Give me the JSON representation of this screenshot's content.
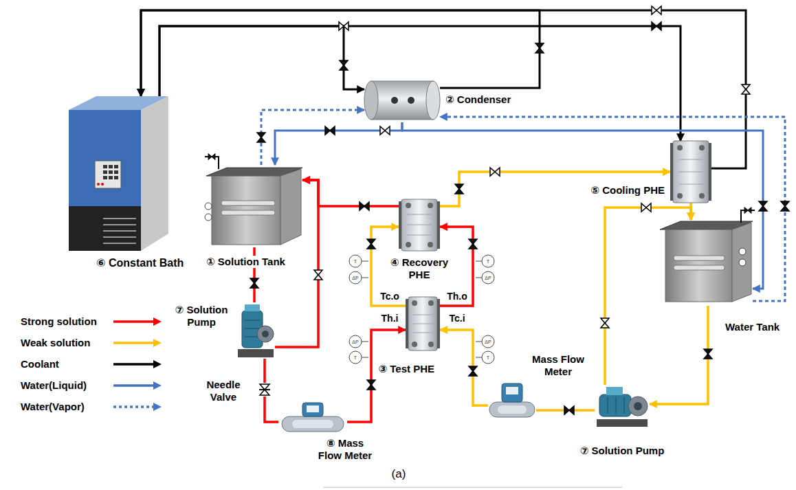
{
  "diagram": {
    "caption": "(a)",
    "nodes": [
      {
        "text": [
          "⑥ Constant Bath"
        ]
      },
      {
        "text": [
          "② Condenser"
        ]
      },
      {
        "text": [
          "① Solution Tank"
        ]
      },
      {
        "text": [
          "④ Recovery PHE"
        ]
      },
      {
        "text": [
          "⑤ Cooling PHE"
        ]
      },
      {
        "text": [
          "③ Test PHE"
        ]
      },
      {
        "text": [
          "⑦ Solution Pump"
        ]
      },
      {
        "text": [
          "Needle Valve"
        ]
      },
      {
        "text": [
          "⑧ Mass Flow Meter"
        ]
      },
      {
        "text": [
          "Mass Flow Meter"
        ]
      },
      {
        "text": [
          "Water Tank"
        ]
      },
      {
        "text": [
          "⑦ Solution Pump"
        ]
      }
    ],
    "edges": [
      {
        "from": 2,
        "to": 6,
        "arrow": "none"
      },
      {
        "from": 6,
        "to": 7,
        "arrow": "none"
      },
      {
        "from": 7,
        "to": 8,
        "arrow": "none"
      },
      {
        "from": 8,
        "to": 5,
        "arrow": "to"
      },
      {
        "from": 5,
        "to": 3,
        "arrow": "to"
      },
      {
        "from": 3,
        "to": 2,
        "arrow": "to"
      },
      {
        "from": 6,
        "to": 2,
        "arrow": "to"
      },
      {
        "from": 10,
        "to": 11,
        "arrow": "to"
      },
      {
        "from": 11,
        "to": 9,
        "arrow": "none"
      },
      {
        "from": 9,
        "to": 5,
        "arrow": "to"
      },
      {
        "from": 5,
        "to": 3,
        "arrow": "to"
      },
      {
        "from": 3,
        "to": 4,
        "arrow": "to"
      },
      {
        "from": 4,
        "to": 10,
        "arrow": "to"
      },
      {
        "from": 11,
        "to": 10,
        "arrow": "to"
      },
      {
        "from": 0,
        "to": 1,
        "arrow": "to"
      },
      {
        "from": 0,
        "to": 4,
        "arrow": "to"
      },
      {
        "from": 1,
        "to": 0,
        "arrow": "to"
      },
      {
        "from": 4,
        "to": 0,
        "arrow": "to"
      },
      {
        "from": 2,
        "to": 1,
        "arrow": "to"
      },
      {
        "from": 10,
        "to": 1,
        "arrow": "to"
      },
      {
        "from": 1,
        "to": 2,
        "arrow": "to"
      },
      {
        "from": 1,
        "to": 10,
        "arrow": "to"
      }
    ],
    "labels": [
      "Tc.o",
      "Th.o",
      "Th.i",
      "Tc.i",
      "T",
      "ΔP",
      "T",
      "ΔP",
      "ΔP",
      "T",
      "ΔP",
      "T"
    ],
    "legend": [
      {
        "text": "Strong solution"
      },
      {
        "text": "Weak solution"
      },
      {
        "text": "Coolant"
      },
      {
        "text": "Water(Liquid)"
      },
      {
        "text": "Water(Vapor)"
      }
    ]
  }
}
